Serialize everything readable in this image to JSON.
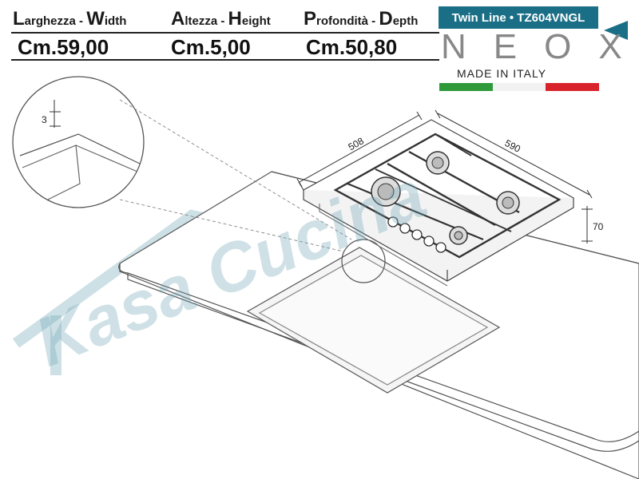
{
  "header": {
    "width": {
      "cap1": "L",
      "rest1": "arghezza",
      "sep": " - ",
      "cap2": "W",
      "rest2": "idth"
    },
    "height": {
      "cap1": "A",
      "rest1": "ltezza",
      "sep": " - ",
      "cap2": "H",
      "rest2": "eight"
    },
    "depth": {
      "cap1": "P",
      "rest1": "rofondità",
      "sep": " - ",
      "cap2": "D",
      "rest2": "epth"
    }
  },
  "dimensions": {
    "width": "Cm.59,00",
    "height": "Cm.5,00",
    "depth": "Cm.50,80"
  },
  "product": {
    "model_banner": "Twin Line • TZ604VNGL",
    "brand": "NEOX",
    "made_in": "MADE IN ITALY"
  },
  "drawing": {
    "detail_dim": "3",
    "depth_mm": "508",
    "width_mm": "590",
    "height_mm": "70"
  },
  "watermark": {
    "text": "Kasa Cucina"
  },
  "colors": {
    "accent": "#1a6f86",
    "flag_green": "#2e9a3a",
    "flag_white": "#f2f2f2",
    "flag_red": "#d9232a"
  }
}
